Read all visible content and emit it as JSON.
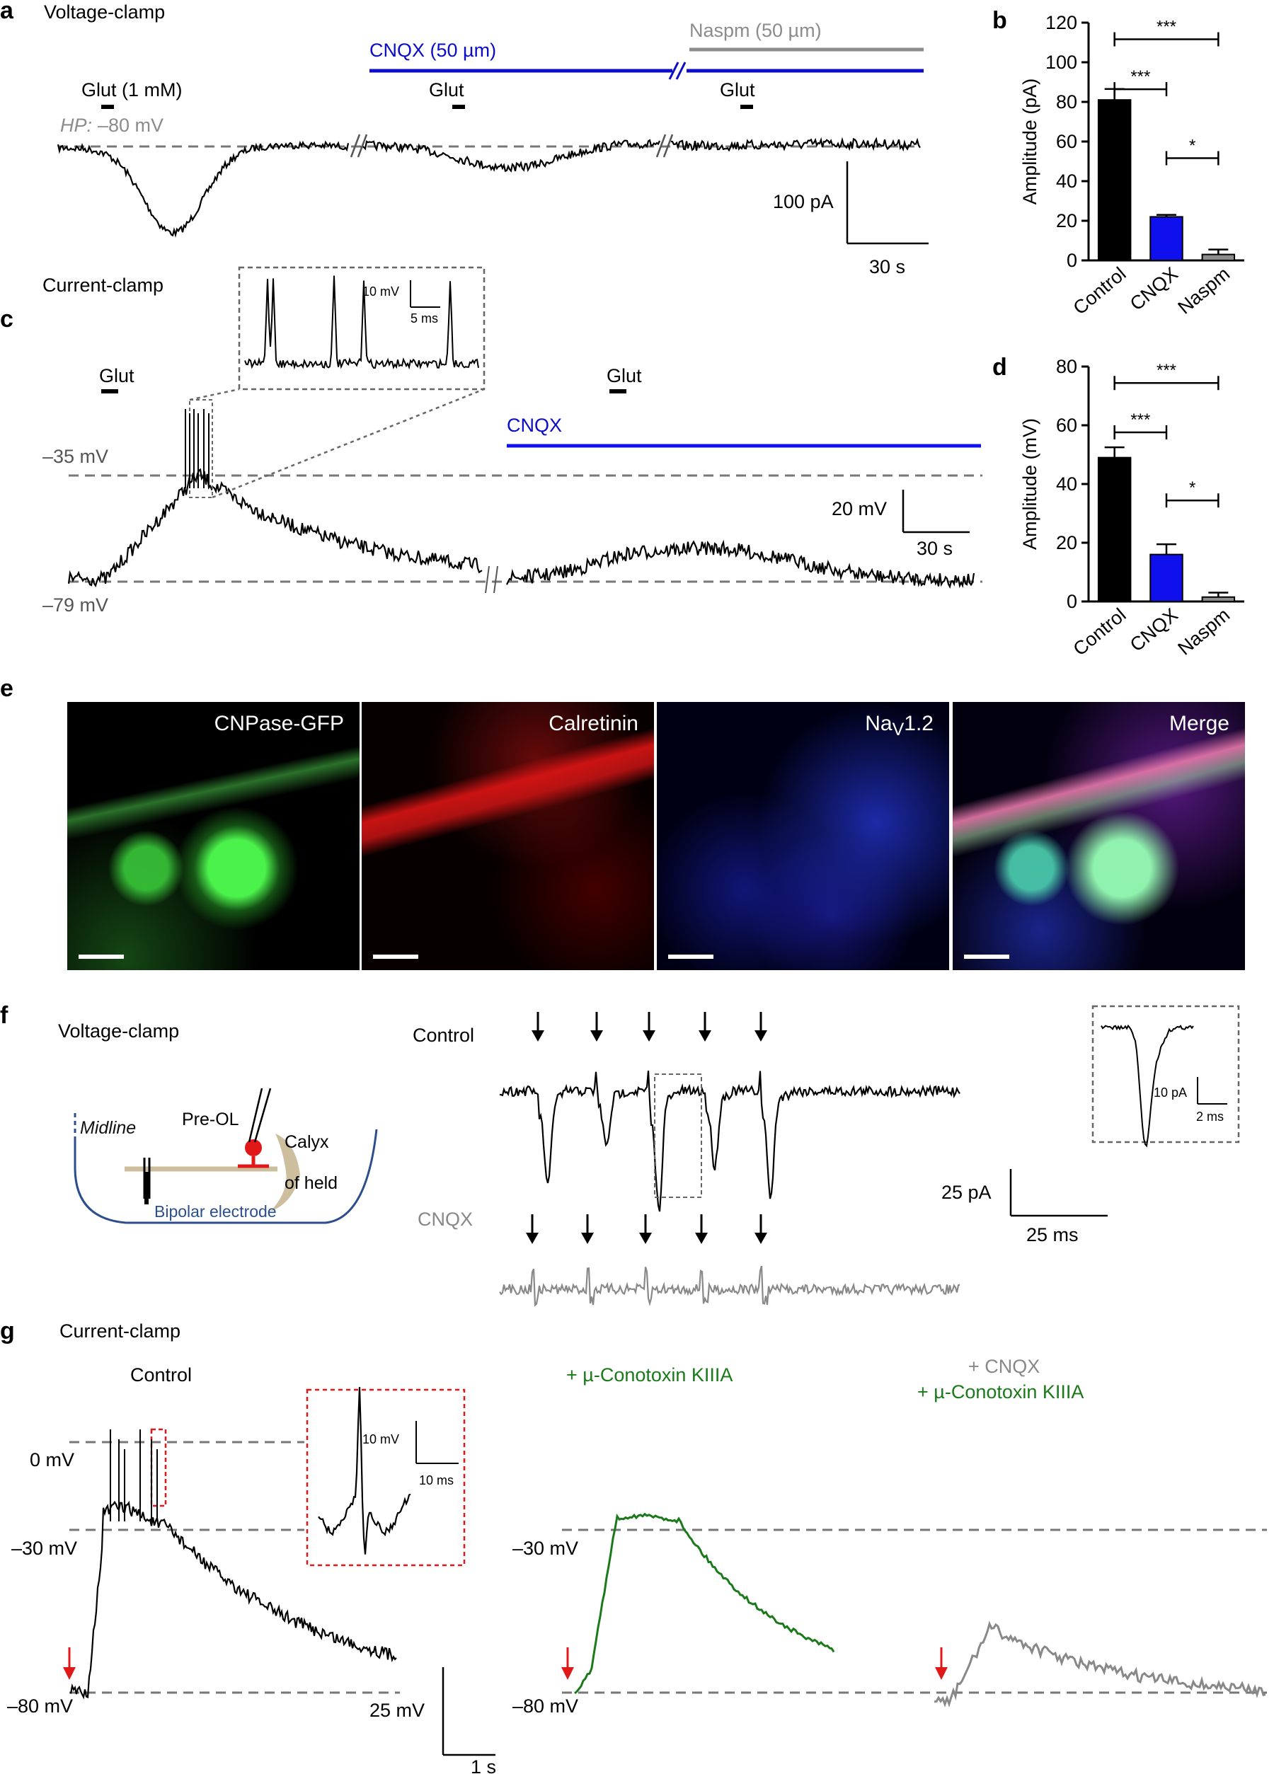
{
  "panels": {
    "a": "a",
    "b": "b",
    "c": "c",
    "d": "d",
    "e": "e",
    "f": "f",
    "g": "g"
  },
  "panel_a": {
    "title": "Voltage-clamp",
    "cnqx": "CNQX (50 µm)",
    "naspm": "Naspm (50 µm)",
    "glut1": "Glut (1 mM)",
    "glut2": "Glut",
    "glut3": "Glut",
    "hp_prefix": "HP:",
    "hp_value": "–80 mV",
    "scale_y": "100 pA",
    "scale_x": "30 s"
  },
  "panel_c": {
    "title": "Current-clamp",
    "glut1": "Glut",
    "glut2": "Glut",
    "cnqx": "CNQX",
    "v_high": "–35 mV",
    "v_low": "–79 mV",
    "scale_y": "20 mV",
    "scale_x": "30 s",
    "inset_y": "10 mV",
    "inset_x": "5 ms"
  },
  "panel_e": {
    "labels": [
      "CNPase-GFP",
      "Calretinin",
      "Na",
      "Merge"
    ],
    "nav_sub": "V",
    "nav_rest": "1.2"
  },
  "panel_f": {
    "title": "Voltage-clamp",
    "midline": "Midline",
    "pre_ol": "Pre-OL",
    "calyx1": "Calyx",
    "calyx2": "of held",
    "bipolar": "Bipolar electrode",
    "control": "Control",
    "cnqx": "CNQX",
    "scale_y": "25 pA",
    "scale_x": "25 ms",
    "inset_y": "10 pA",
    "inset_x": "2 ms"
  },
  "panel_g": {
    "title": "Current-clamp",
    "control": "Control",
    "kiiia": "+ µ-Conotoxin KIIIA",
    "cnqx_line1": "+ CNQX",
    "cnqx_line2": "+ µ-Conotoxin KIIIA",
    "v0": "0 mV",
    "v30": "–30 mV",
    "v80": "–80 mV",
    "v30b": "–30 mV",
    "v80b": "–80 mV",
    "scale_y": "25 mV",
    "scale_x": "1 s",
    "inset_y": "10 mV",
    "inset_x": "10 ms"
  },
  "colors": {
    "cnqx_blue": "#0b0bc8",
    "naspm_gray": "#8c8c8c",
    "kiiia_green": "#1a7a1a",
    "arrow_red": "#e01818"
  },
  "chart_data": [
    {
      "type": "bar",
      "panel": "b",
      "categories": [
        "Control",
        "CNQX",
        "Naspm"
      ],
      "values": [
        81,
        22,
        3
      ],
      "errors": [
        5.5,
        1,
        2.5
      ],
      "colors": [
        "#000000",
        "#1010ee",
        "#8c8c8c"
      ],
      "ylabel": "Amplitude (pA)",
      "ylim": [
        0,
        120
      ],
      "yticks": [
        0,
        20,
        40,
        60,
        80,
        100,
        120
      ],
      "significance": [
        {
          "from": "Control",
          "to": "CNQX",
          "label": "***"
        },
        {
          "from": "Control",
          "to": "Naspm",
          "label": "***"
        },
        {
          "from": "CNQX",
          "to": "Naspm",
          "label": "*"
        }
      ]
    },
    {
      "type": "bar",
      "panel": "d",
      "categories": [
        "Control",
        "CNQX",
        "Naspm"
      ],
      "values": [
        49,
        16,
        1.5
      ],
      "errors": [
        3.5,
        3.5,
        1.5
      ],
      "colors": [
        "#000000",
        "#1010ee",
        "#8c8c8c"
      ],
      "ylabel": "Amplitude (mV)",
      "ylim": [
        0,
        80
      ],
      "yticks": [
        0,
        20,
        40,
        60,
        80
      ],
      "significance": [
        {
          "from": "Control",
          "to": "CNQX",
          "label": "***"
        },
        {
          "from": "Control",
          "to": "Naspm",
          "label": "***"
        },
        {
          "from": "CNQX",
          "to": "Naspm",
          "label": "*"
        }
      ]
    }
  ]
}
